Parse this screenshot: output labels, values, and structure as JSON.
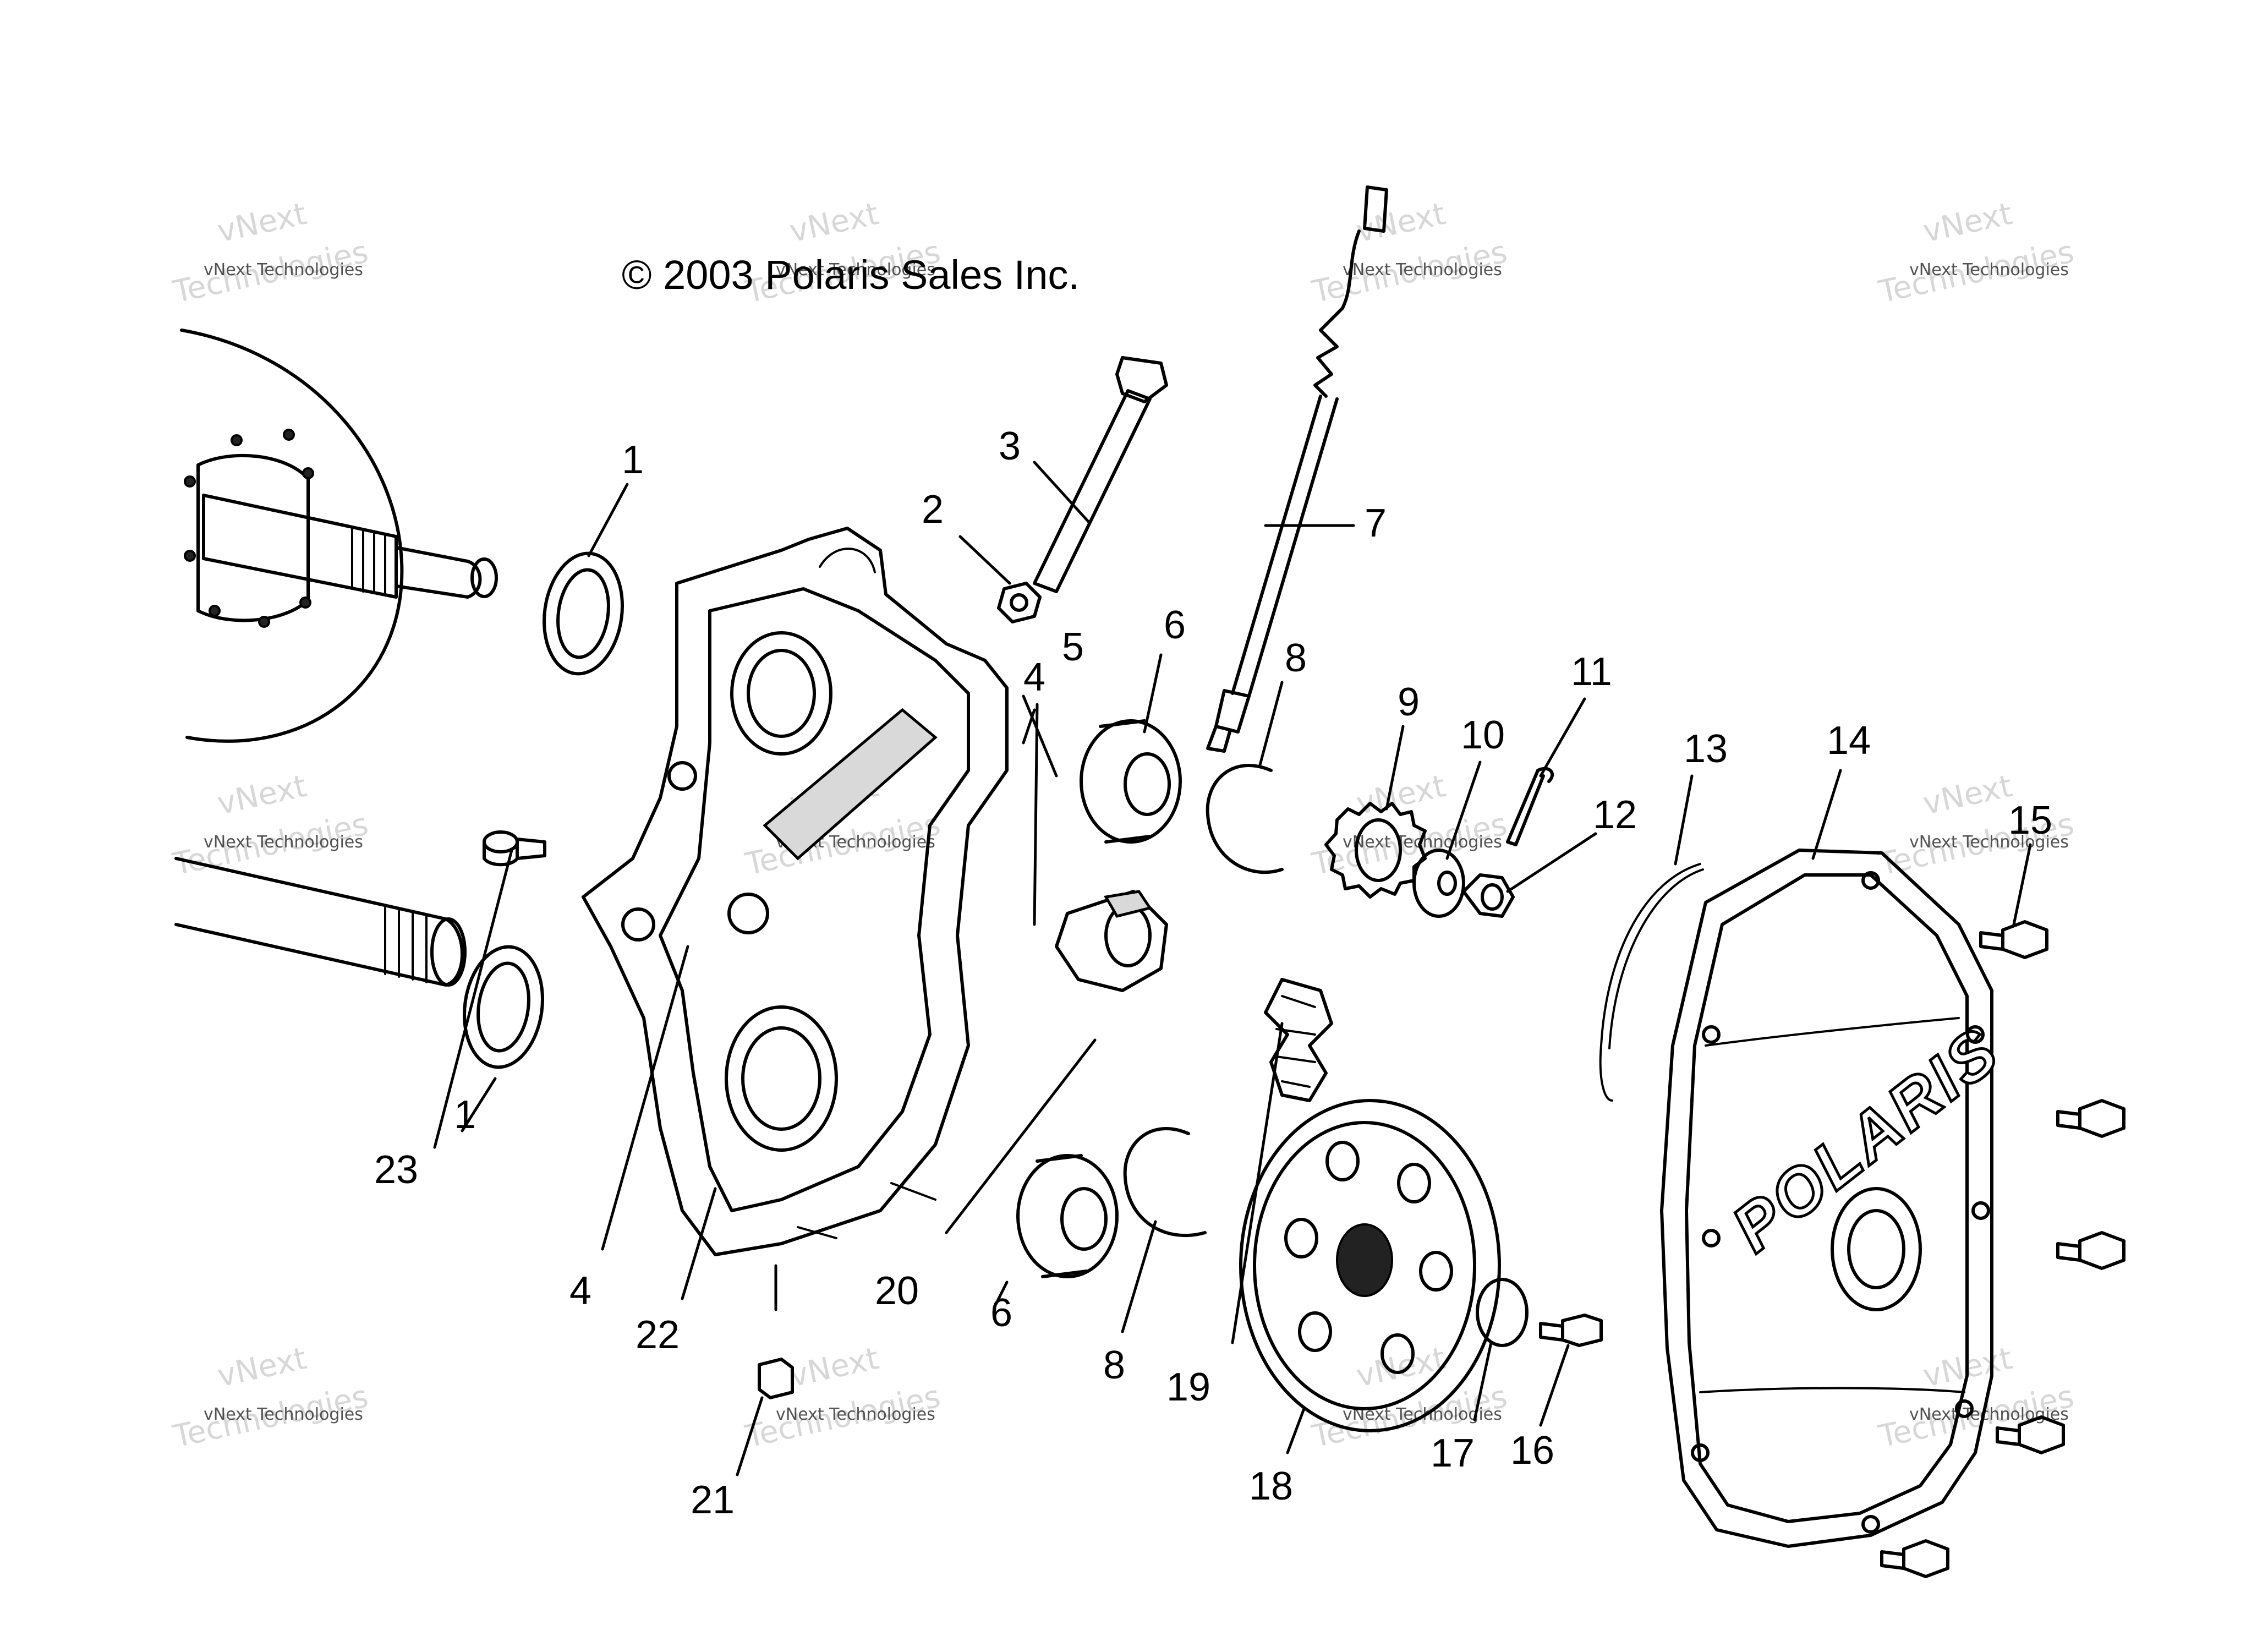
{
  "copyright": "© 2003 Polaris Sales Inc.",
  "watermark": {
    "line1": "vNext Technologies",
    "line2": "vNext",
    "line3": "Technologies"
  },
  "brand_on_cover": "POLARIS",
  "callouts": {
    "c1a": "1",
    "c1b": "1",
    "c2": "2",
    "c3": "3",
    "c4a": "4",
    "c4b": "4",
    "c5": "5",
    "c6a": "6",
    "c6b": "6",
    "c7": "7",
    "c8a": "8",
    "c8b": "8",
    "c9": "9",
    "c10": "10",
    "c11": "11",
    "c12": "12",
    "c13": "13",
    "c14": "14",
    "c15": "15",
    "c16": "16",
    "c17": "17",
    "c18": "18",
    "c19": "19",
    "c20": "20",
    "c21": "21",
    "c22": "22",
    "c23": "23"
  },
  "colors": {
    "ink": "#000000",
    "paper": "#ffffff",
    "watermark": "#b8b8b8"
  }
}
